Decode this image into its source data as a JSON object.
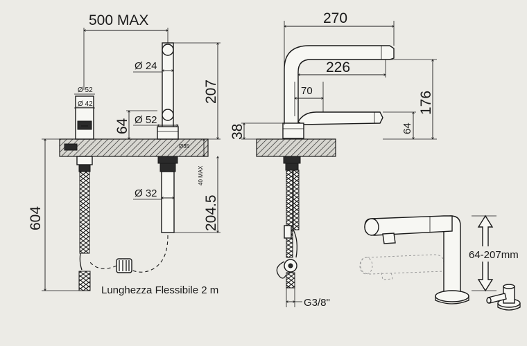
{
  "dimensions": {
    "reach_max": "500 MAX",
    "dia_top": "Ø 24",
    "height_207": "207",
    "dia_52_small": "Ø 52",
    "dia_42_small": "Ø 42",
    "dim_64_left": "64",
    "dia_52": "Ø 52",
    "dia_35": "Ø35",
    "deck_40": "40 MAX",
    "dia_32": "Ø 32",
    "shank_204": "204.5",
    "total_604": "604",
    "spout_270": "270",
    "spout_226": "226",
    "spout_176": "176",
    "spout_70": "70",
    "spout_38": "38",
    "spout_64": "64",
    "thread": "G3/8\"",
    "height_range": "64-207mm"
  },
  "notes": {
    "hose_length": "Lunghezza Flessibile 2 m"
  }
}
